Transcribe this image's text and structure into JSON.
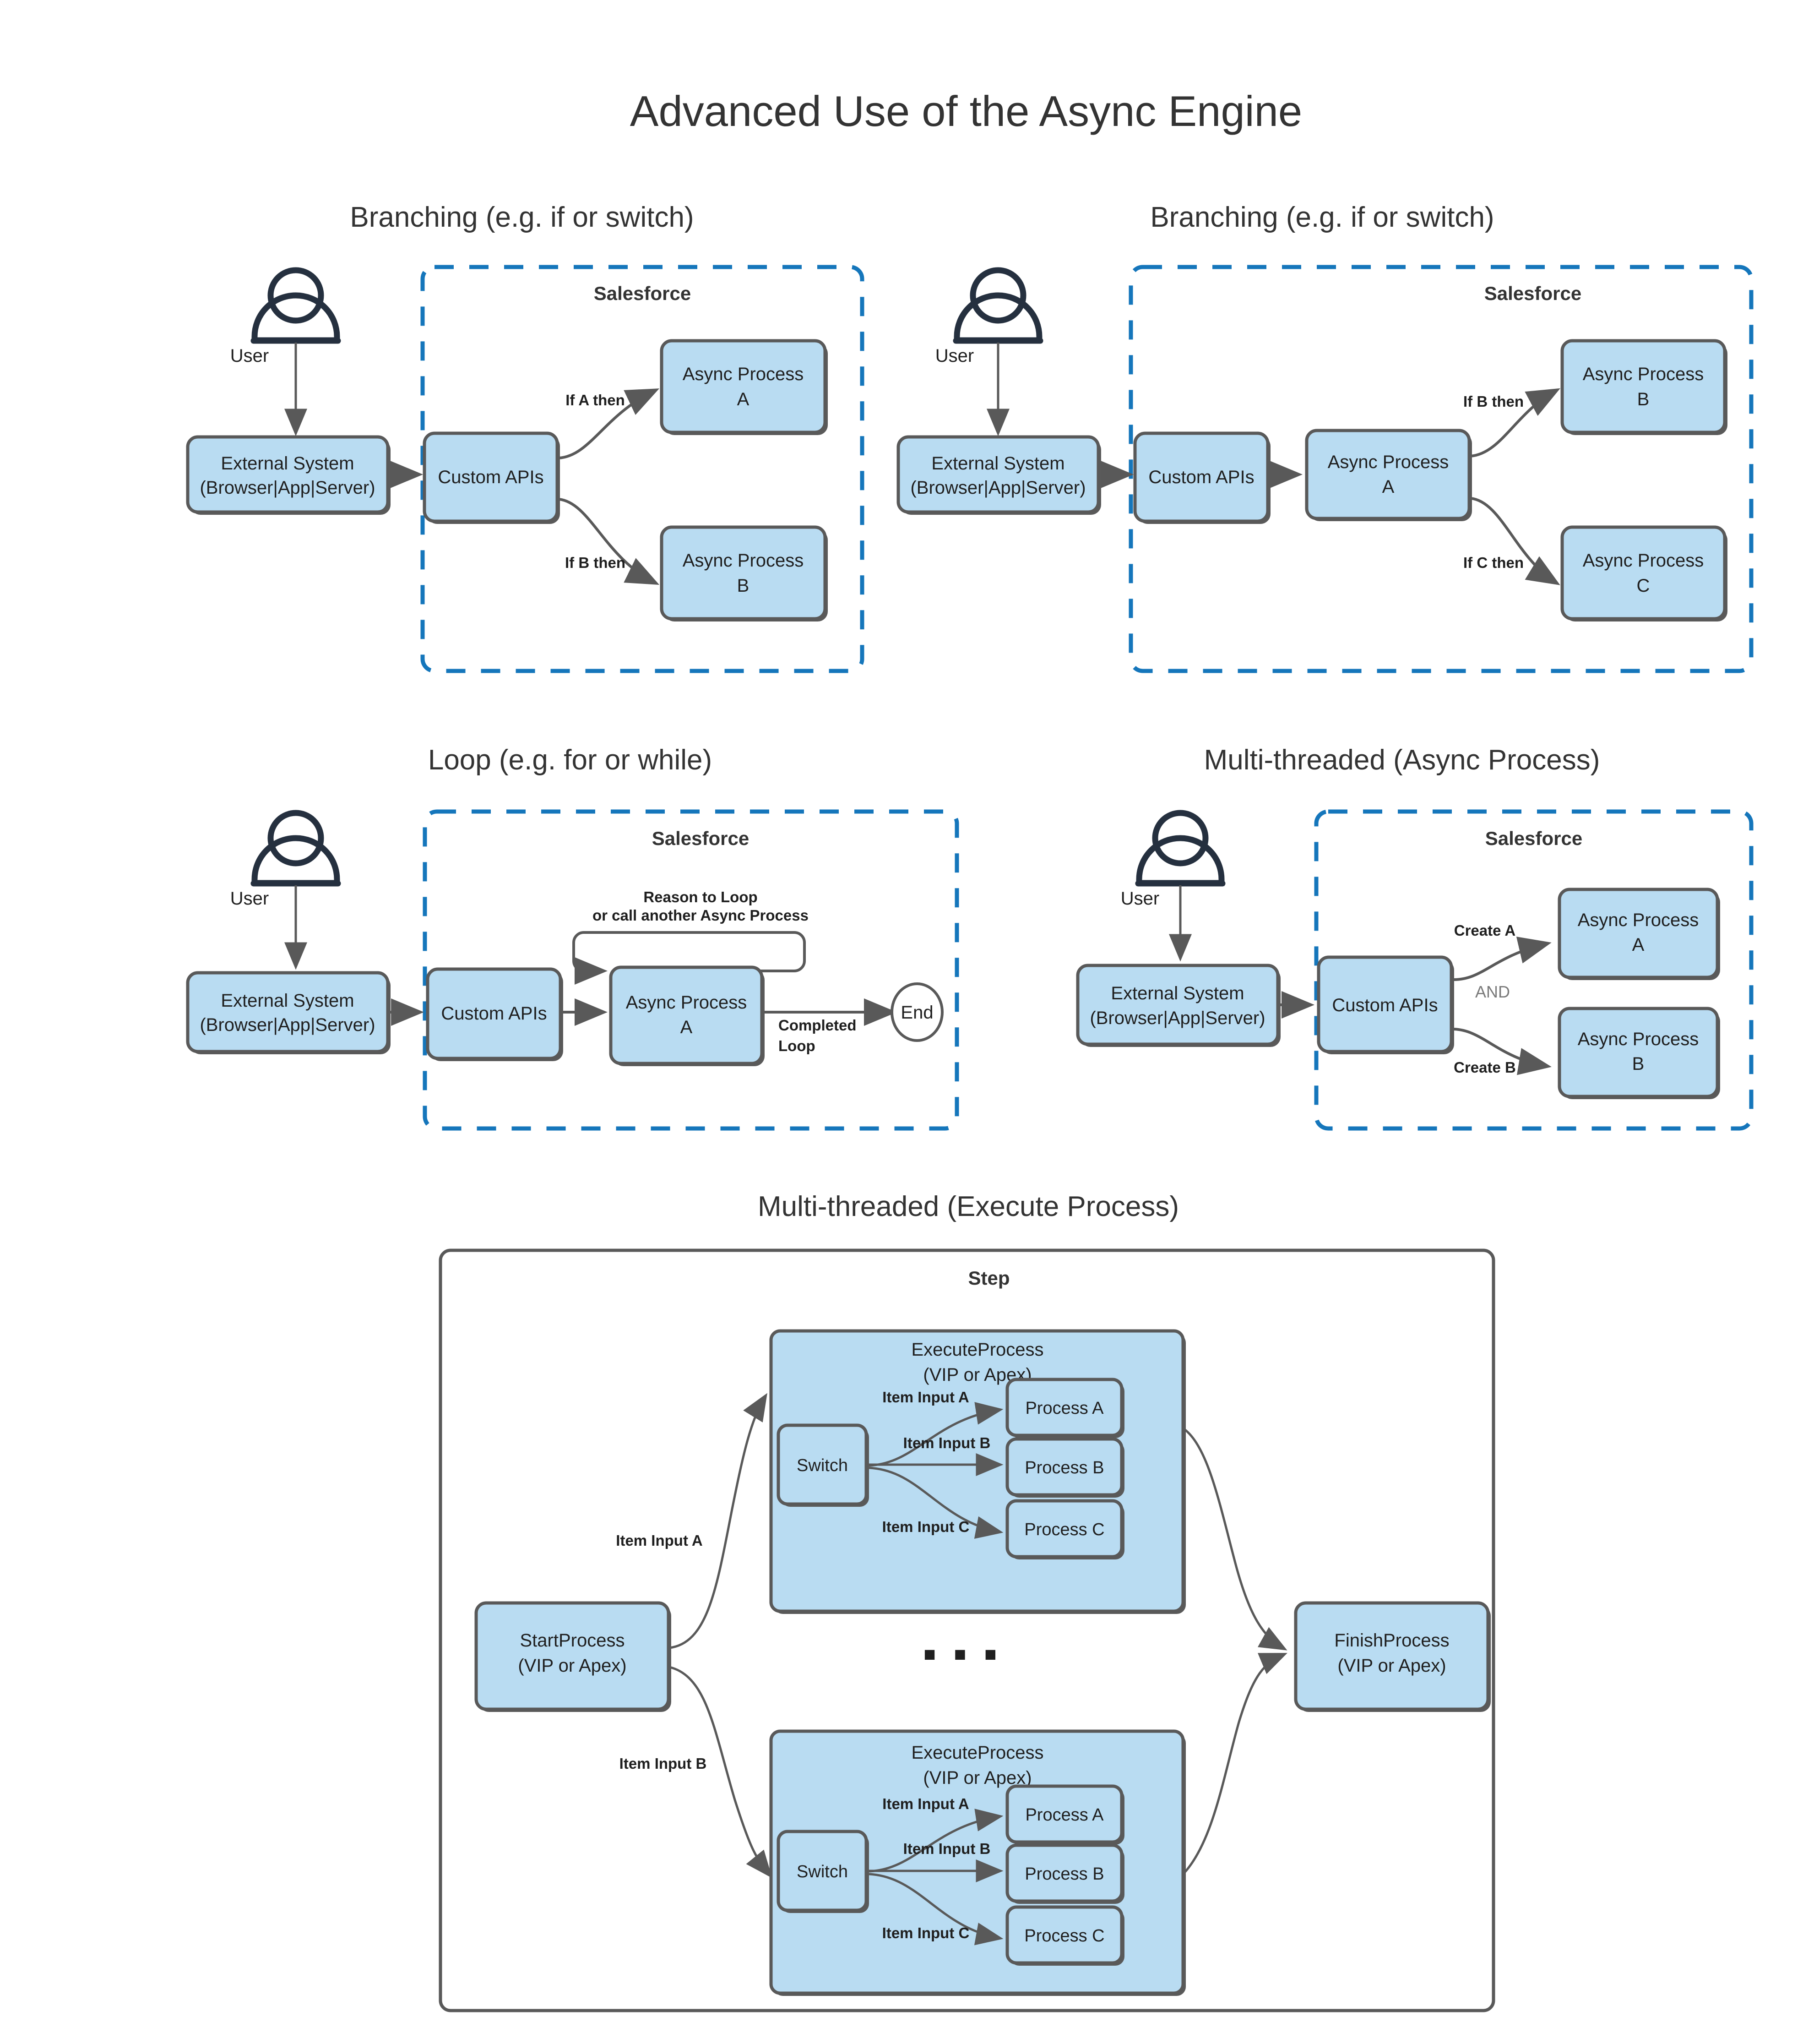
{
  "page": {
    "title": "Advanced Use of the Async Engine",
    "accent_blue": "#1576bb",
    "node_fill": "#b9dcf2",
    "node_stroke": "#595959",
    "actor_color": "#25303f",
    "and_label_color": "#7a7a7a"
  },
  "diagrams": [
    {
      "id": "branching-1",
      "title": "Branching (e.g. if or switch)",
      "zone_label": "Salesforce",
      "actor": {
        "label": "User",
        "icon": "user-icon"
      },
      "nodes": [
        {
          "id": "ext1",
          "label_line1": "External System",
          "label_line2": "(Browser|App|Server)"
        },
        {
          "id": "api1",
          "label_line1": "Custom APIs",
          "label_line2": ""
        },
        {
          "id": "apa1",
          "label_line1": "Async Process",
          "label_line2": "A"
        },
        {
          "id": "apb1",
          "label_line1": "Async Process",
          "label_line2": "B"
        }
      ],
      "edges": [
        {
          "from": "ext1",
          "to": "api1",
          "label": ""
        },
        {
          "from": "api1",
          "to": "apa1",
          "label": "If A then"
        },
        {
          "from": "api1",
          "to": "apb1",
          "label": "If B then"
        }
      ]
    },
    {
      "id": "branching-2",
      "title": "Branching (e.g. if or switch)",
      "zone_label": "Salesforce",
      "actor": {
        "label": "User",
        "icon": "user-icon"
      },
      "nodes": [
        {
          "id": "ext2",
          "label_line1": "External System",
          "label_line2": "(Browser|App|Server)"
        },
        {
          "id": "api2",
          "label_line1": "Custom APIs",
          "label_line2": ""
        },
        {
          "id": "apa2",
          "label_line1": "Async Process",
          "label_line2": "A"
        },
        {
          "id": "apb2",
          "label_line1": "Async Process",
          "label_line2": "B"
        },
        {
          "id": "apc2",
          "label_line1": "Async Process",
          "label_line2": "C"
        }
      ],
      "edges": [
        {
          "from": "ext2",
          "to": "api2",
          "label": ""
        },
        {
          "from": "api2",
          "to": "apa2",
          "label": ""
        },
        {
          "from": "apa2",
          "to": "apb2",
          "label": "If B then"
        },
        {
          "from": "apa2",
          "to": "apc2",
          "label": "If C then"
        }
      ]
    },
    {
      "id": "loop",
      "title": "Loop (e.g. for or while)",
      "zone_label": "Salesforce",
      "actor": {
        "label": "User",
        "icon": "user-icon"
      },
      "loop_note_line1": "Reason to Loop",
      "loop_note_line2": "or call another Async Process",
      "end_label": "End",
      "completed_label_line1": "Completed",
      "completed_label_line2": "Loop",
      "nodes": [
        {
          "id": "ext3",
          "label_line1": "External System",
          "label_line2": "(Browser|App|Server)"
        },
        {
          "id": "api3",
          "label_line1": "Custom APIs",
          "label_line2": ""
        },
        {
          "id": "apa3",
          "label_line1": "Async Process",
          "label_line2": "A"
        }
      ]
    },
    {
      "id": "multithreaded-async",
      "title": "Multi-threaded (Async Process)",
      "zone_label": "Salesforce",
      "actor": {
        "label": "User",
        "icon": "user-icon"
      },
      "and_label": "AND",
      "nodes": [
        {
          "id": "ext4",
          "label_line1": "External System",
          "label_line2": "(Browser|App|Server)"
        },
        {
          "id": "api4",
          "label_line1": "Custom APIs",
          "label_line2": ""
        },
        {
          "id": "apa4",
          "label_line1": "Async Process",
          "label_line2": "A"
        },
        {
          "id": "apb4",
          "label_line1": "Async Process",
          "label_line2": "B"
        }
      ],
      "edges": [
        {
          "from": "api4",
          "to": "apa4",
          "label": "Create A"
        },
        {
          "from": "api4",
          "to": "apb4",
          "label": "Create B"
        }
      ]
    },
    {
      "id": "multithreaded-execute",
      "title": "Multi-threaded (Execute Process)",
      "container_label": "Step",
      "ellipsis": "▪ ▪ ▪",
      "start_node": {
        "label_line1": "StartProcess",
        "label_line2": "(VIP or Apex)"
      },
      "finish_node": {
        "label_line1": "FinishProcess",
        "label_line2": "(VIP or Apex)"
      },
      "edge_labels": {
        "to_top": "Item Input A",
        "to_bottom": "Item Input B"
      },
      "execute_blocks": [
        {
          "id": "exec-top",
          "label_line1": "ExecuteProcess",
          "label_line2": "(VIP or Apex)",
          "switch_label": "Switch",
          "branches": [
            {
              "label": "Item Input A",
              "target": "Process A"
            },
            {
              "label": "Item Input B",
              "target": "Process B"
            },
            {
              "label": "Item Input C",
              "target": "Process C"
            }
          ]
        },
        {
          "id": "exec-bottom",
          "label_line1": "ExecuteProcess",
          "label_line2": "(VIP or Apex)",
          "switch_label": "Switch",
          "branches": [
            {
              "label": "Item Input A",
              "target": "Process A"
            },
            {
              "label": "Item Input B",
              "target": "Process B"
            },
            {
              "label": "Item Input C",
              "target": "Process C"
            }
          ]
        }
      ]
    }
  ]
}
